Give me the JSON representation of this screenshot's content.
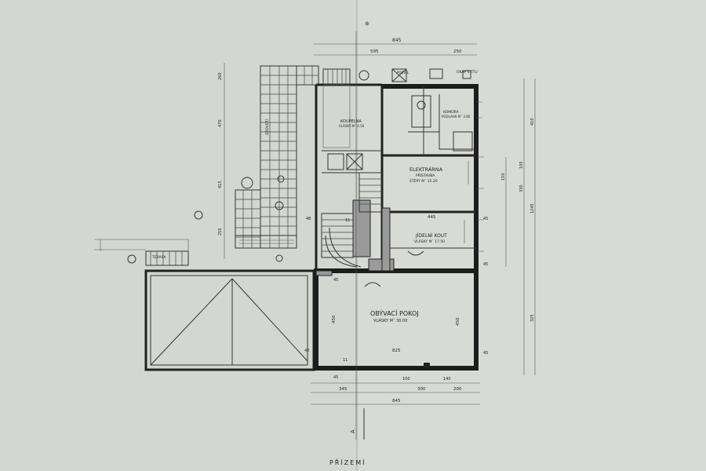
{
  "sheet_title": "PŘÍZEMÍ",
  "section_mark": "A",
  "rooms": [
    {
      "id": "hall",
      "name": "OBÝVACÍ POKOJ",
      "area": "VLÁSKY Mˇ 30.00"
    },
    {
      "id": "electro",
      "name": "ELEKTRÁRNA",
      "sub": "PŘÍSTAVBA",
      "area": "ŠTĚPY Mˇ 15.20"
    },
    {
      "id": "dining",
      "name": "JÍDELNÍ KOUT",
      "area": "VLÁSKY Mˇ 17.50"
    },
    {
      "id": "kitchen",
      "name": "KOUPELNA",
      "area": "VLÁSKY Mˇ 4.50"
    },
    {
      "id": "pantry",
      "name": "KOMORA",
      "area": "PODLAHA Mˇ 3.80"
    },
    {
      "id": "porch",
      "name": "ZÁDVEŘÍ"
    },
    {
      "id": "garage_sign",
      "name": "TERASA"
    },
    {
      "id": "top_note",
      "name": "OKAP ŠTÍTU"
    },
    {
      "id": "porch_note",
      "name": "PORTÁL"
    }
  ],
  "dims": {
    "top_total": "845",
    "top_a": "595",
    "top_b": "250",
    "bottom_a": "345",
    "bottom_b": "300",
    "bottom_c": "200",
    "bottom_total": "845",
    "inner_445": "445",
    "inner_825": "825",
    "inner_450": "450",
    "inner_45a": "45",
    "inner_45b": "45",
    "inner_45c": "45",
    "inner_45d": "45",
    "inner_48": "48",
    "inner_48b": "48",
    "inner_11": "11",
    "inner_11b": "11",
    "right_410": "410",
    "right_330": "330",
    "right_325": "325",
    "right_1245": "1245",
    "right_105": "105",
    "right_150": "150",
    "left_260": "260",
    "left_470": "470",
    "left_415": "415",
    "left_255": "255",
    "bottom_45": "45",
    "bottom_100": "100",
    "bottom_140": "140"
  }
}
